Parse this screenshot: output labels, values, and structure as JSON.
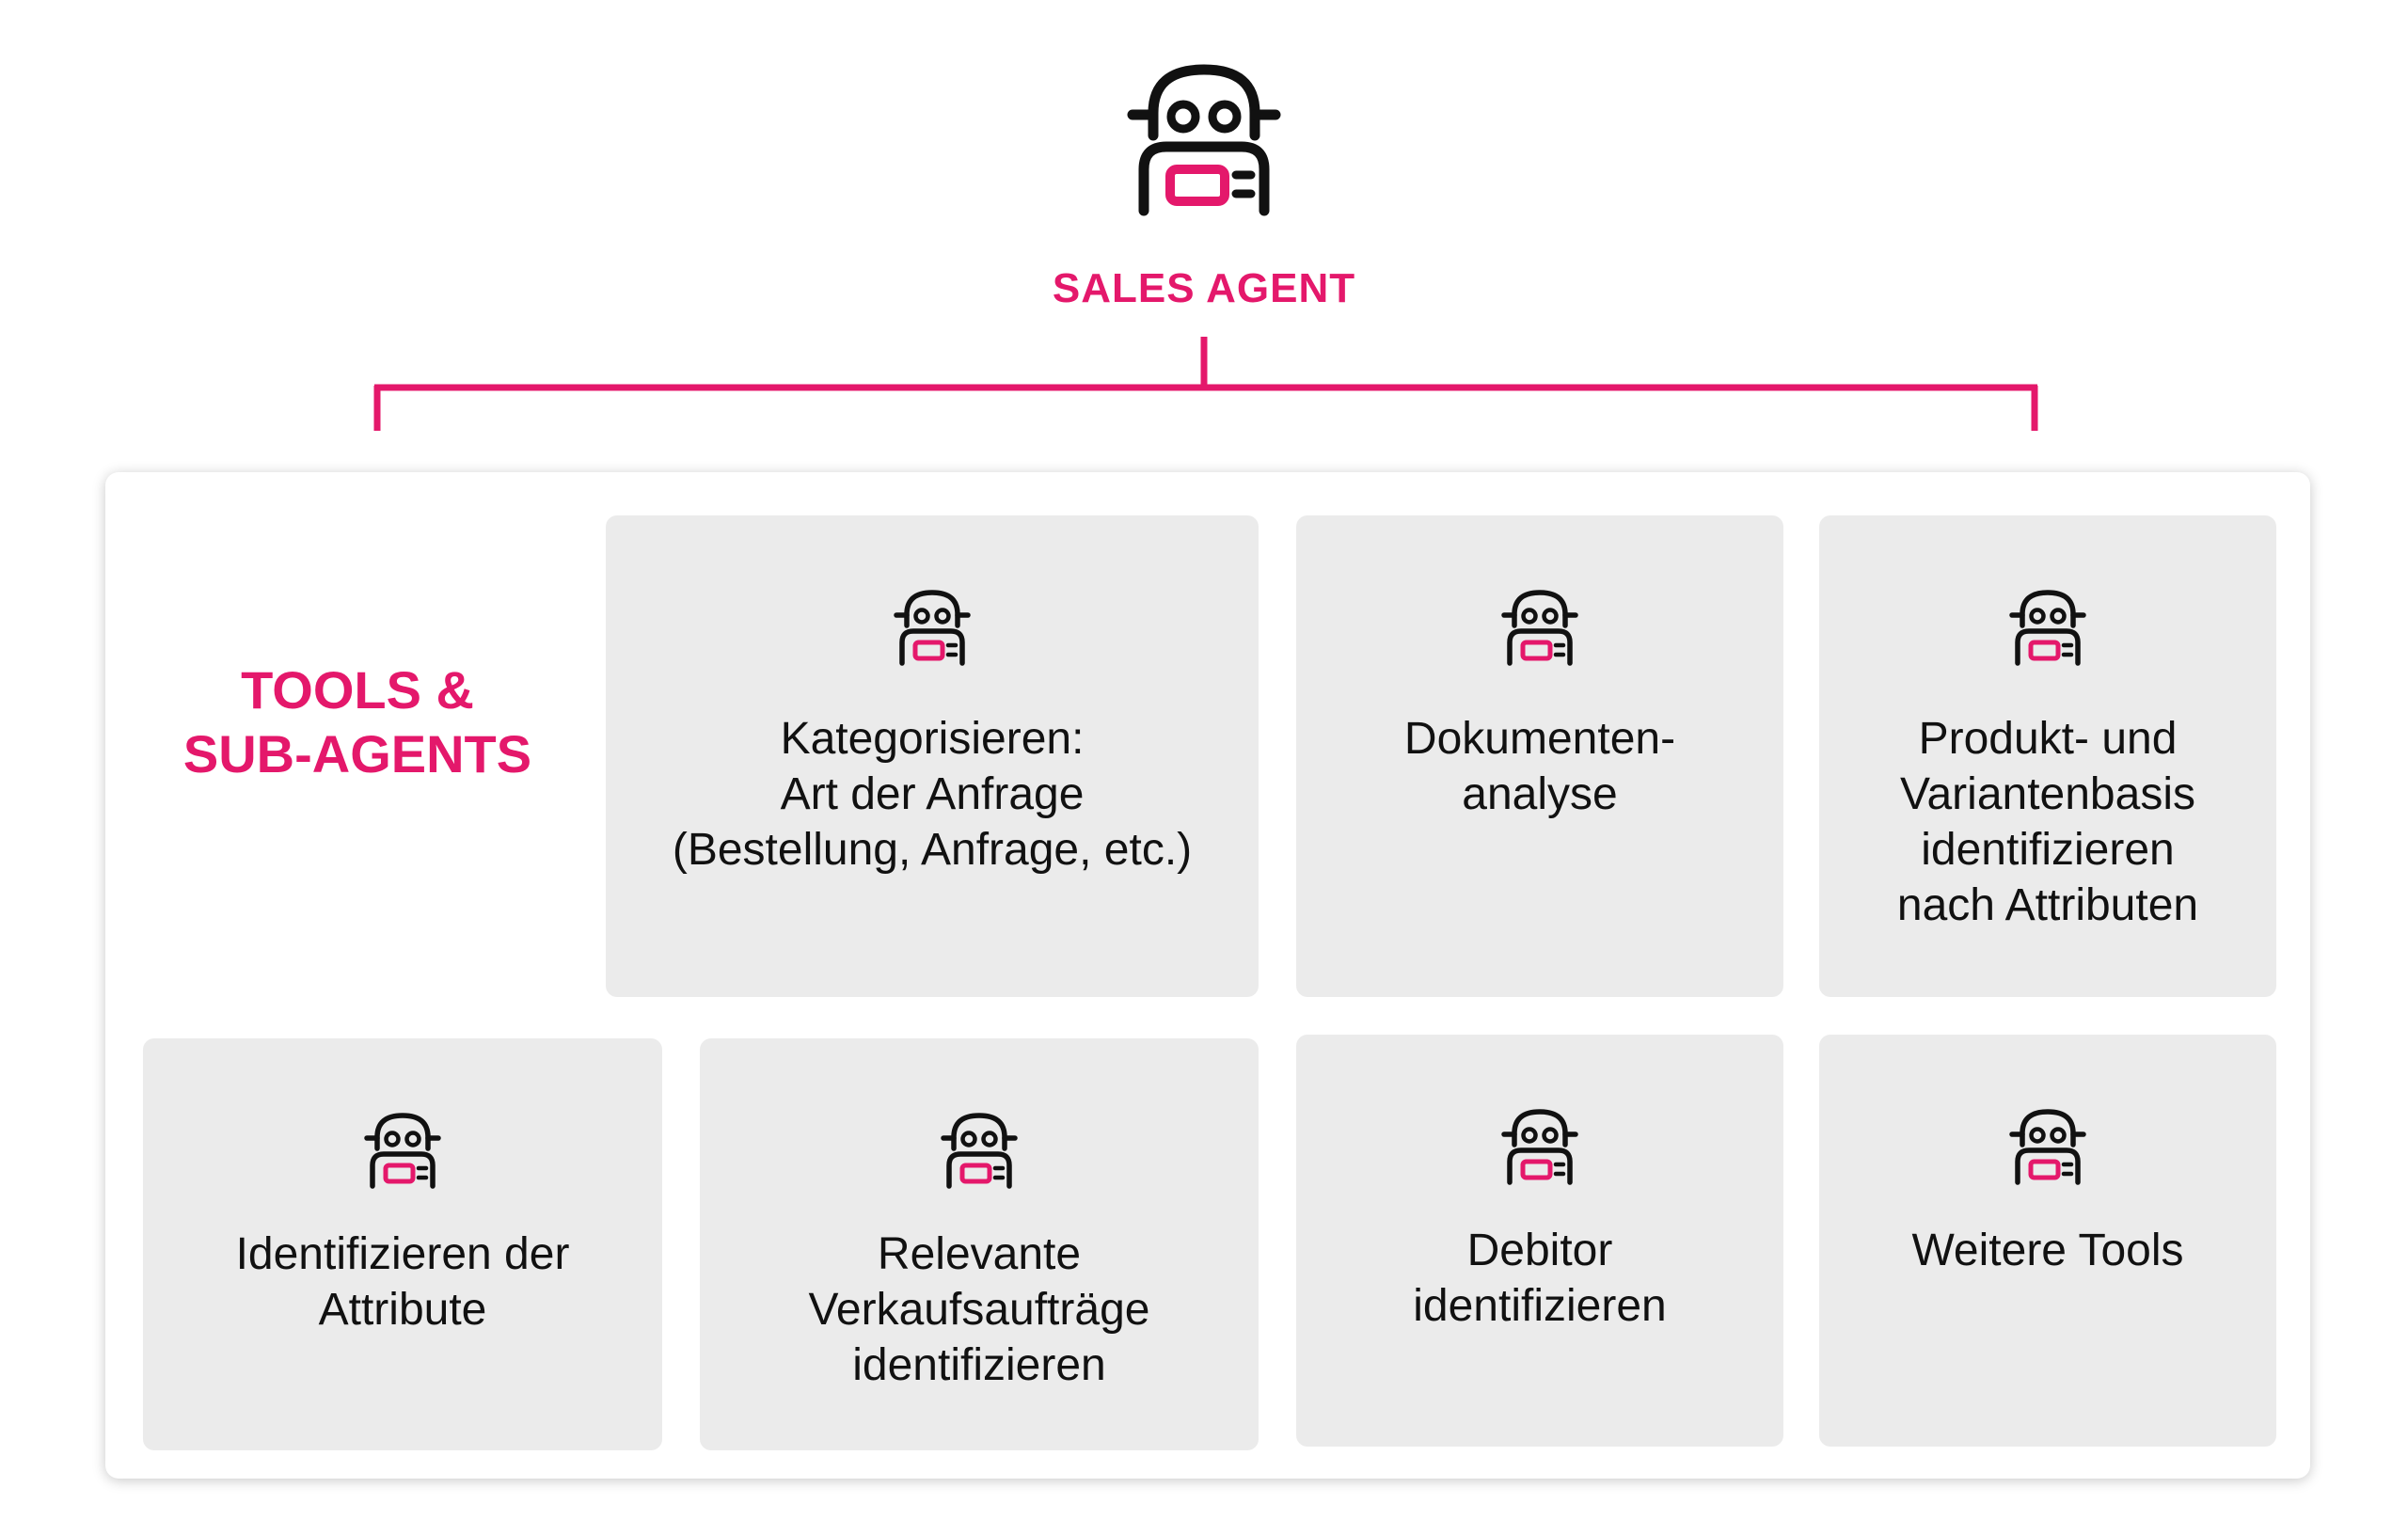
{
  "colors": {
    "accent": "#e4186b",
    "card_background": "#ebebeb",
    "text": "#111111",
    "panel_background": "#ffffff"
  },
  "top_agent": {
    "title": "SALES AGENT",
    "icon": "robot-icon"
  },
  "panel": {
    "title_lines": [
      "TOOLS &",
      "SUB-AGENTS"
    ]
  },
  "cards": [
    {
      "id": "kategorisieren",
      "icon": "robot-icon",
      "lines": [
        "Kategorisieren:",
        "Art der Anfrage",
        "(Bestellung, Anfrage, etc.)"
      ]
    },
    {
      "id": "dokumente",
      "icon": "robot-icon",
      "lines": [
        "Dokumenten-",
        "analyse"
      ]
    },
    {
      "id": "produkt",
      "icon": "robot-icon",
      "lines": [
        "Produkt- und",
        "Variantenbasis",
        "identifizieren",
        "nach Attributen"
      ]
    },
    {
      "id": "attribute",
      "icon": "robot-icon",
      "lines": [
        "Identifizieren der",
        "Attribute"
      ]
    },
    {
      "id": "verkauf",
      "icon": "robot-icon",
      "lines": [
        "Relevante",
        "Verkaufsaufträge",
        "identifizieren"
      ]
    },
    {
      "id": "debitor",
      "icon": "robot-icon",
      "lines": [
        "Debitor",
        "identifizieren"
      ]
    },
    {
      "id": "weitere",
      "icon": "robot-icon",
      "lines": [
        "Weitere Tools"
      ]
    }
  ]
}
